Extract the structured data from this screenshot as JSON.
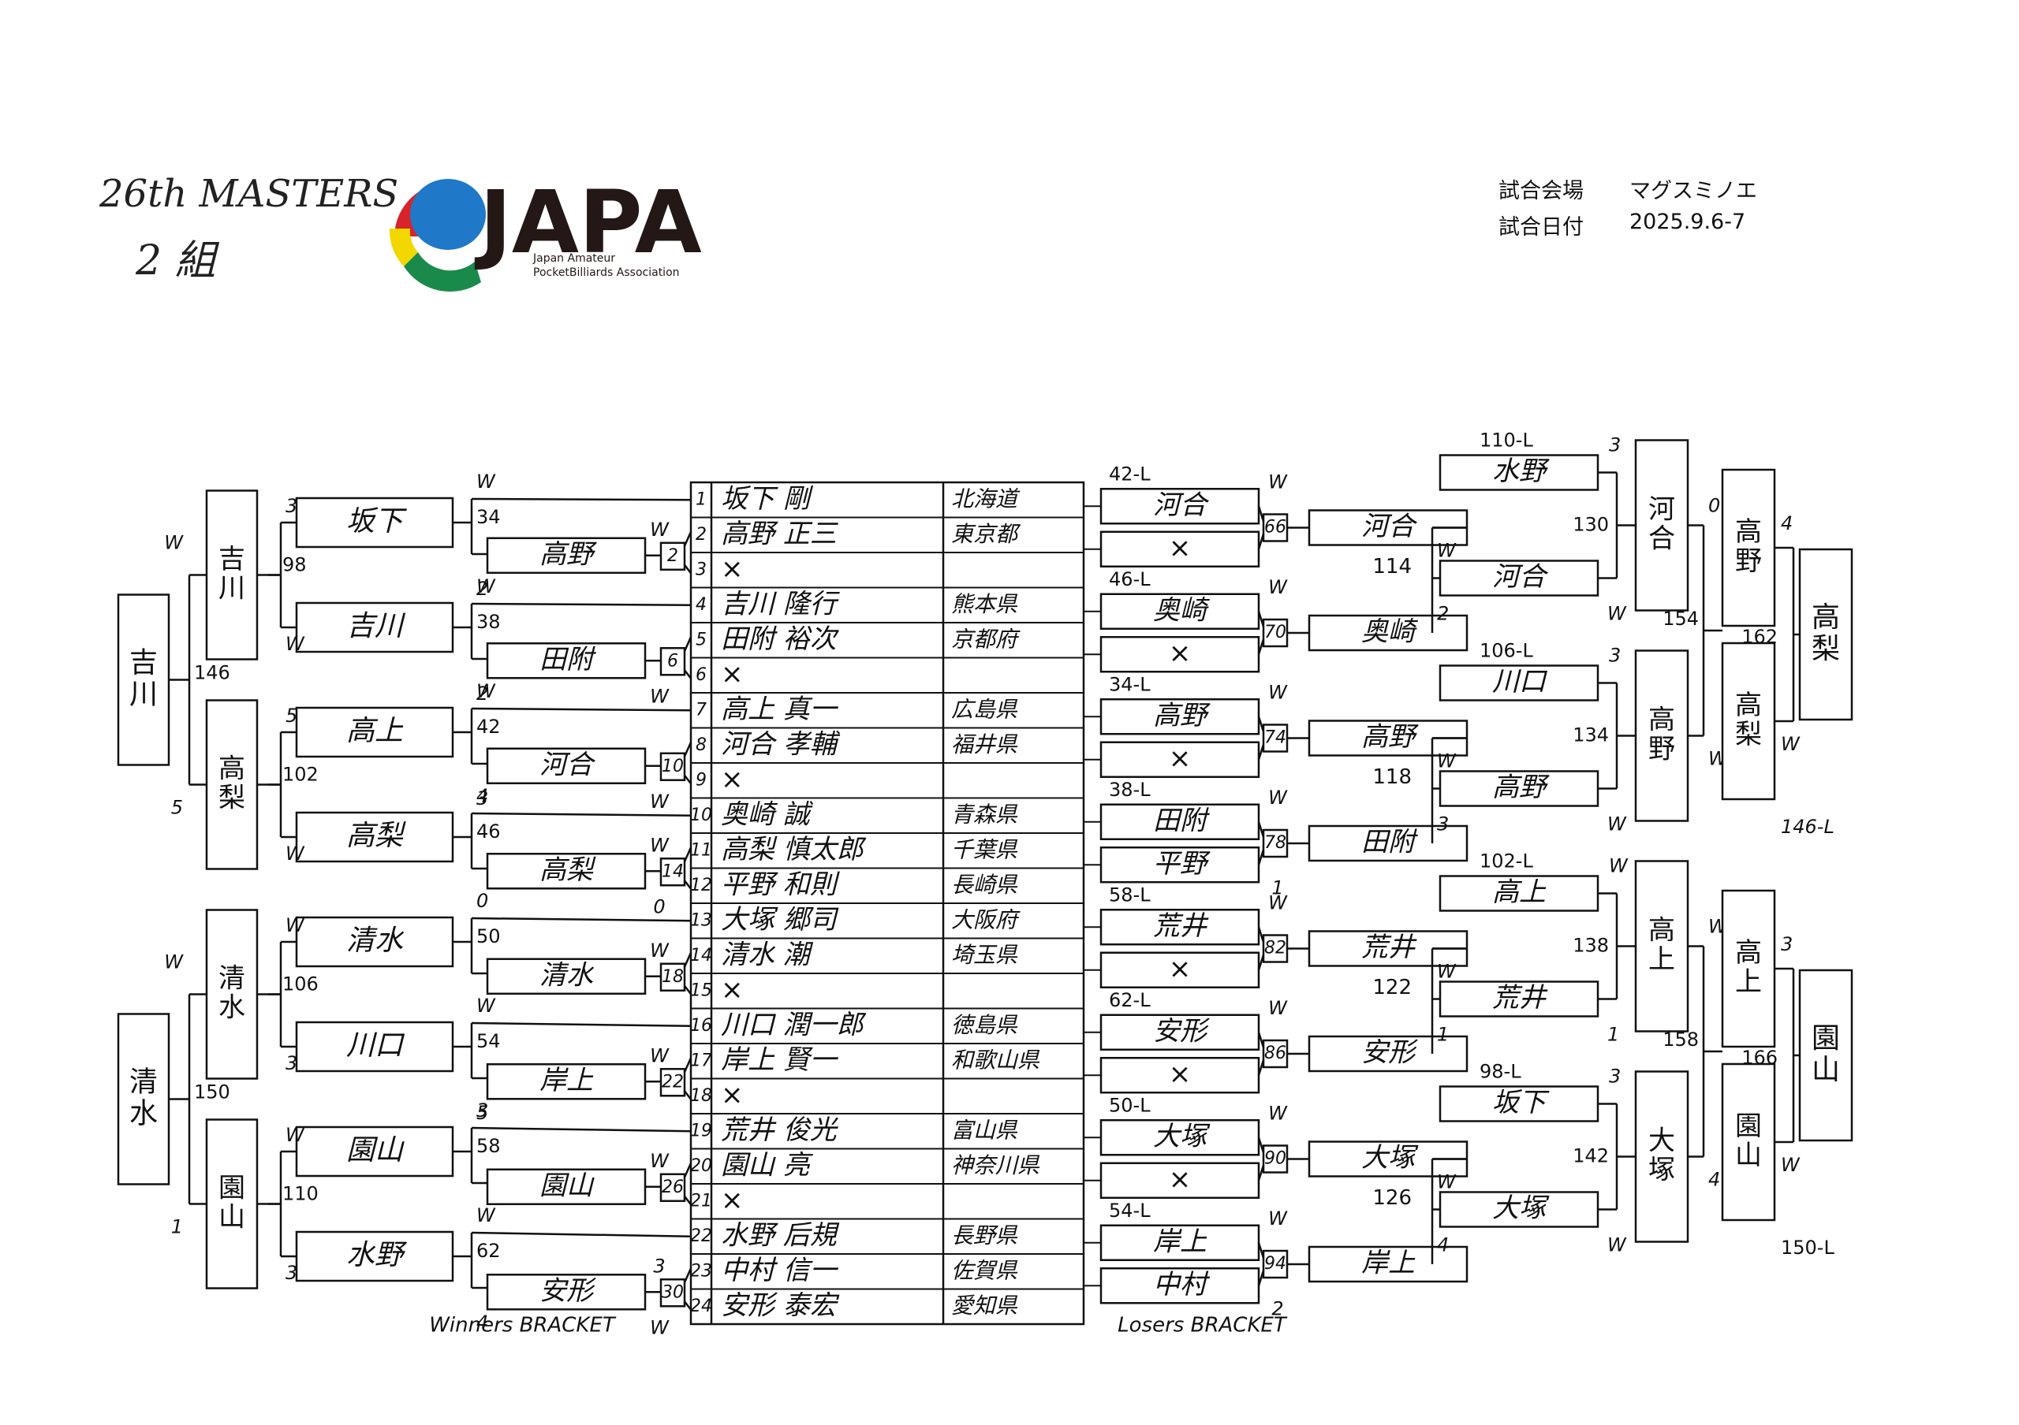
{
  "header": {
    "title": "26th MASTERS",
    "group": "2 組",
    "logo_text": "JAPA",
    "logo_sub1": "Japan Amateur",
    "logo_sub2": "PocketBilliards Association"
  },
  "info": {
    "venue_label": "試合会場",
    "venue": "マグスミノエ",
    "date_label": "試合日付",
    "date": "2025.9.6-7"
  },
  "colors": {
    "logo_red": "#d8232a",
    "logo_blue": "#1f78c8",
    "logo_yellow": "#f2d800",
    "logo_green": "#1a8a4a"
  },
  "table": [
    {
      "no": "1",
      "name": "坂下 剛",
      "pref": "北海道"
    },
    {
      "no": "2",
      "name": "高野 正三",
      "pref": "東京都"
    },
    {
      "no": "3",
      "name": "×",
      "pref": ""
    },
    {
      "no": "4",
      "name": "吉川 隆行",
      "pref": "熊本県"
    },
    {
      "no": "5",
      "name": "田附 裕次",
      "pref": "京都府"
    },
    {
      "no": "6",
      "name": "×",
      "pref": ""
    },
    {
      "no": "7",
      "name": "高上 真一",
      "pref": "広島県"
    },
    {
      "no": "8",
      "name": "河合 孝輔",
      "pref": "福井県"
    },
    {
      "no": "9",
      "name": "×",
      "pref": ""
    },
    {
      "no": "10",
      "name": "奥崎 誠",
      "pref": "青森県"
    },
    {
      "no": "11",
      "name": "高梨 慎太郎",
      "pref": "千葉県"
    },
    {
      "no": "12",
      "name": "平野 和則",
      "pref": "長崎県"
    },
    {
      "no": "13",
      "name": "大塚 郷司",
      "pref": "大阪府"
    },
    {
      "no": "14",
      "name": "清水 潮",
      "pref": "埼玉県"
    },
    {
      "no": "15",
      "name": "×",
      "pref": ""
    },
    {
      "no": "16",
      "name": "川口 潤一郎",
      "pref": "徳島県"
    },
    {
      "no": "17",
      "name": "岸上 賢一",
      "pref": "和歌山県"
    },
    {
      "no": "18",
      "name": "×",
      "pref": ""
    },
    {
      "no": "19",
      "name": "荒井 俊光",
      "pref": "富山県"
    },
    {
      "no": "20",
      "name": "園山 亮",
      "pref": "神奈川県"
    },
    {
      "no": "21",
      "name": "×",
      "pref": ""
    },
    {
      "no": "22",
      "name": "水野 后規",
      "pref": "長野県"
    },
    {
      "no": "23",
      "name": "中村 信一",
      "pref": "佐賀県"
    },
    {
      "no": "24",
      "name": "安形 泰宏",
      "pref": "愛知県"
    }
  ],
  "winners": {
    "label": "Winners BRACKET",
    "r1": [
      {
        "match": "2",
        "name": "高野"
      },
      {
        "match": "6",
        "name": "田附"
      },
      {
        "match": "10",
        "name": "河合"
      },
      {
        "match": "14",
        "name": "高梨"
      },
      {
        "match": "18",
        "name": "清水"
      },
      {
        "match": "22",
        "name": "岸上"
      },
      {
        "match": "26",
        "name": "園山"
      },
      {
        "match": "30",
        "name": "安形"
      }
    ],
    "r1_scores": [
      {
        "top": "W",
        "bot": ""
      },
      {
        "top": "",
        "bot": "W"
      },
      {
        "top": "",
        "bot": "W"
      },
      {
        "top": "W",
        "bot": "0"
      },
      {
        "top": "W",
        "bot": ""
      },
      {
        "top": "W",
        "bot": ""
      },
      {
        "top": "W",
        "bot": ""
      },
      {
        "top": "3",
        "bot": "W"
      }
    ],
    "r2": [
      {
        "match": "34",
        "name": "坂下"
      },
      {
        "match": "38",
        "name": "吉川"
      },
      {
        "match": "42",
        "name": "高上"
      },
      {
        "match": "46",
        "name": "高梨"
      },
      {
        "match": "50",
        "name": "清水"
      },
      {
        "match": "54",
        "name": "川口"
      },
      {
        "match": "58",
        "name": "園山"
      },
      {
        "match": "62",
        "name": "水野"
      }
    ],
    "r2_scores": [
      {
        "top": "W",
        "bot": "2"
      },
      {
        "top": "W",
        "bot": "2"
      },
      {
        "top": "W",
        "bot": "3"
      },
      {
        "top": "4",
        "bot": ""
      },
      {
        "top": "0",
        "bot": ""
      },
      {
        "top": "W",
        "bot": "5"
      },
      {
        "top": "3",
        "bot": ""
      },
      {
        "top": "W",
        "bot": "4"
      }
    ],
    "r3": [
      {
        "match": "98",
        "name": "吉川"
      },
      {
        "match": "102",
        "name": "高梨"
      },
      {
        "match": "106",
        "name": "清水"
      },
      {
        "match": "110",
        "name": "園山"
      }
    ],
    "r3_scores": [
      {
        "top": "3",
        "bot": "W"
      },
      {
        "top": "5",
        "bot": "W"
      },
      {
        "top": "W",
        "bot": "3"
      },
      {
        "top": "W",
        "bot": "3"
      }
    ],
    "r4": [
      {
        "match": "146",
        "name": "吉川"
      },
      {
        "match": "150",
        "name": "清水"
      }
    ],
    "r4_scores": [
      {
        "top": "W",
        "bot": "5"
      },
      {
        "top": "W",
        "bot": "1"
      }
    ]
  },
  "losers": {
    "label": "Losers BRACKET",
    "r1": [
      {
        "match": "66",
        "from": "42-L",
        "top": "河合",
        "bot": "×",
        "s_top": "W",
        "s_bot": ""
      },
      {
        "match": "70",
        "from": "46-L",
        "top": "奥崎",
        "bot": "×",
        "s_top": "W",
        "s_bot": ""
      },
      {
        "match": "74",
        "from": "34-L",
        "top": "高野",
        "bot": "×",
        "s_top": "W",
        "s_bot": ""
      },
      {
        "match": "78",
        "from": "38-L",
        "top": "田附",
        "bot": "平野",
        "s_top": "W",
        "s_bot": "1"
      },
      {
        "match": "82",
        "from": "58-L",
        "top": "荒井",
        "bot": "×",
        "s_top": "W",
        "s_bot": ""
      },
      {
        "match": "86",
        "from": "62-L",
        "top": "安形",
        "bot": "×",
        "s_top": "W",
        "s_bot": ""
      },
      {
        "match": "90",
        "from": "50-L",
        "top": "大塚",
        "bot": "×",
        "s_top": "W",
        "s_bot": ""
      },
      {
        "match": "94",
        "from": "54-L",
        "top": "岸上",
        "bot": "中村",
        "s_top": "W",
        "s_bot": "2"
      }
    ],
    "r1_winners": [
      "河合",
      "奥崎",
      "高野",
      "田附",
      "荒井",
      "安形",
      "大塚",
      "岸上"
    ],
    "r2": [
      {
        "match": "114",
        "drop": "",
        "top": "河合",
        "s_top": "W",
        "s_bot": "2"
      },
      {
        "match": "118",
        "drop": "",
        "top": "高野",
        "s_top": "W",
        "s_bot": "3"
      },
      {
        "match": "122",
        "drop": "",
        "top": "荒井",
        "s_top": "W",
        "s_bot": "1"
      },
      {
        "match": "126",
        "drop": "",
        "top": "大塚",
        "s_top": "W",
        "s_bot": "4"
      }
    ],
    "r3_drops": [
      {
        "from": "110-L",
        "name": "水野",
        "score": "3"
      },
      {
        "from": "106-L",
        "name": "川口",
        "score": "3"
      },
      {
        "from": "102-L",
        "name": "高上",
        "score": "W"
      },
      {
        "from": "98-L",
        "name": "坂下",
        "score": "3"
      }
    ],
    "r3": [
      {
        "match": "130",
        "name": "河合",
        "s_bot": "W"
      },
      {
        "match": "134",
        "name": "高野",
        "s_bot": "W"
      },
      {
        "match": "138",
        "name": "高上",
        "s_bot": "1"
      },
      {
        "match": "142",
        "name": "大塚",
        "s_bot": "W"
      }
    ],
    "r4": [
      {
        "match": "154",
        "top_score": "0",
        "bot_score": "W"
      },
      {
        "match": "158",
        "top_score": "W",
        "bot_score": "4"
      }
    ],
    "r5": [
      {
        "name": "高野",
        "score": "4"
      },
      {
        "name": "高梨",
        "score": "W",
        "from": "146-L"
      },
      {
        "name": "高上",
        "score": "3"
      },
      {
        "name": "園山",
        "score": "W",
        "from": "150-L"
      }
    ],
    "r5_matches": [
      "162",
      "166"
    ],
    "finals": [
      "高梨",
      "園山"
    ]
  }
}
